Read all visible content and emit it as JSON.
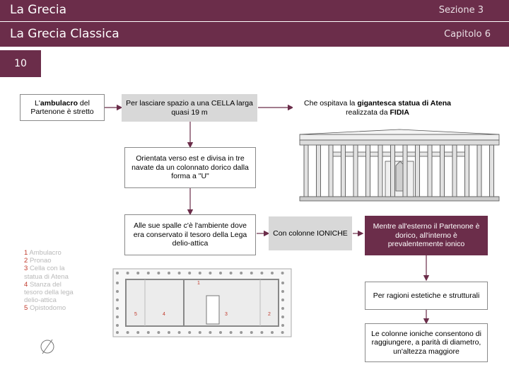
{
  "header": {
    "title": "La Grecia",
    "section": "Sezione 3",
    "subtitle": "La Grecia Classica",
    "chapter": "Capitolo 6"
  },
  "slide_number": "10",
  "boxes": {
    "b1": {
      "pre": "L'",
      "bold": "ambulacro",
      "post": " del Partenone è stretto"
    },
    "b2": {
      "pre": "Per lasciare spazio a una CELLA larga quasi 19 m"
    },
    "b3": {
      "pre": "Che ospitava la ",
      "bold": "gigantesca statua di Atena",
      "mid": " realizzata da ",
      "bold2": "FIDIA"
    },
    "b4": {
      "pre": "Orientata verso est e divisa in tre navate da un colonnato dorico dalla forma a \"U\""
    },
    "b5": {
      "pre": "Alle sue spalle c'è l'ambiente dove era conservato il tesoro della Lega delio-attica"
    },
    "b6": {
      "pre": "Con colonne IONICHE"
    },
    "b7": {
      "pre": "Mentre all'esterno il Partenone è dorico, all'interno è prevalentemente ionico"
    },
    "b8": {
      "pre": "Per ragioni estetiche e strutturali"
    },
    "b9": {
      "pre": "Le colonne ioniche consentono di raggiungere, a parità di diametro, un'altezza maggiore"
    }
  },
  "legend": [
    {
      "n": "1",
      "text": "Ambulacro"
    },
    {
      "n": "2",
      "text": "Pronao"
    },
    {
      "n": "3",
      "text": "Cella con la"
    },
    {
      "n": "",
      "text": "statua di Atena"
    },
    {
      "n": "4",
      "text": "Stanza del"
    },
    {
      "n": "",
      "text": "tesoro della lega"
    },
    {
      "n": "",
      "text": "delio-attica"
    },
    {
      "n": "5",
      "text": "Opistodomo"
    }
  ],
  "plan_labels": {
    "p1": "1",
    "p2": "2",
    "p3": "3",
    "p4": "4",
    "p5": "5"
  },
  "colors": {
    "accent": "#6b2d4a",
    "grey_box": "#d8d8d8",
    "arrow": "#6b2d4a"
  }
}
